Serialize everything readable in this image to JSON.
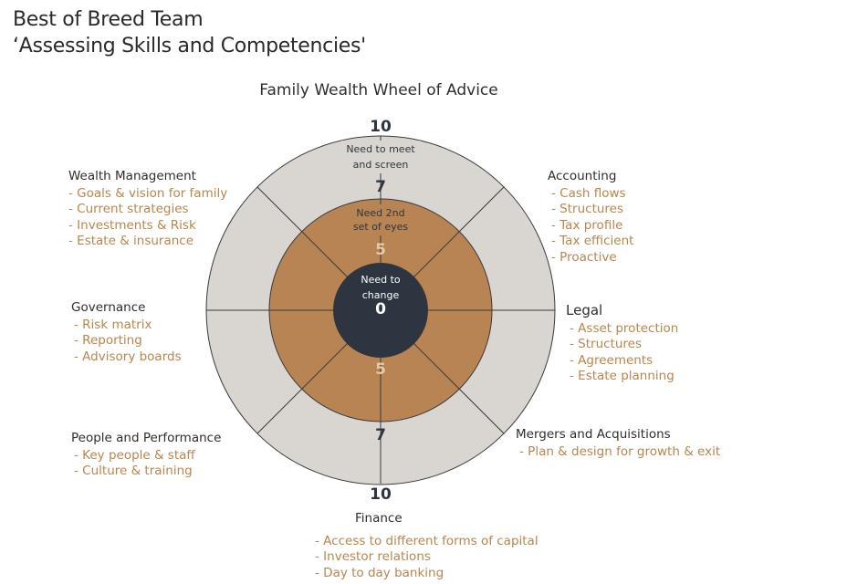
{
  "title_line1": "Best of Breed Team",
  "title_line2": "‘Assessing Skills and Competencies'",
  "wheel": {
    "title": "Family Wealth Wheel of Advice",
    "colors": {
      "outer_ring": "#d9d5d0",
      "middle_ring": "#b98454",
      "core": "#2d3640",
      "lines": "#3a3a3a",
      "item_text": "#b8864e"
    },
    "scale": {
      "top_10": "10",
      "top_outer_label_1": "Need to meet",
      "top_outer_label_2": "and screen",
      "top_7": "7",
      "middle_label_1": "Need 2nd",
      "middle_label_2": "set of eyes",
      "top_5": "5",
      "core_label_1": "Need to",
      "core_label_2": "change",
      "core_0": "0",
      "bottom_5": "5",
      "bottom_7": "7",
      "bottom_10": "10"
    }
  },
  "groups": {
    "wealth": {
      "title": "Wealth Management",
      "items": [
        "Goals & vision for family",
        "Current strategies",
        "Investments & Risk",
        "Estate & insurance"
      ]
    },
    "accounting": {
      "title": "Accounting",
      "items": [
        "Cash flows",
        "Structures",
        "Tax profile",
        "Tax efficient",
        "Proactive"
      ]
    },
    "governance": {
      "title": "Governance",
      "items": [
        "Risk matrix",
        "Reporting",
        "Advisory boards"
      ]
    },
    "legal": {
      "title": "Legal",
      "items": [
        "Asset protection",
        "Structures",
        "Agreements",
        "Estate planning"
      ]
    },
    "people": {
      "title": "People and Performance",
      "items": [
        "Key people & staff",
        "Culture & training"
      ]
    },
    "mergers": {
      "title": "Mergers and Acquisitions",
      "items": [
        "Plan & design for growth & exit"
      ]
    },
    "finance": {
      "title": "Finance",
      "items": [
        "Access to different forms of capital",
        "Investor relations",
        "Day to day banking"
      ]
    }
  }
}
